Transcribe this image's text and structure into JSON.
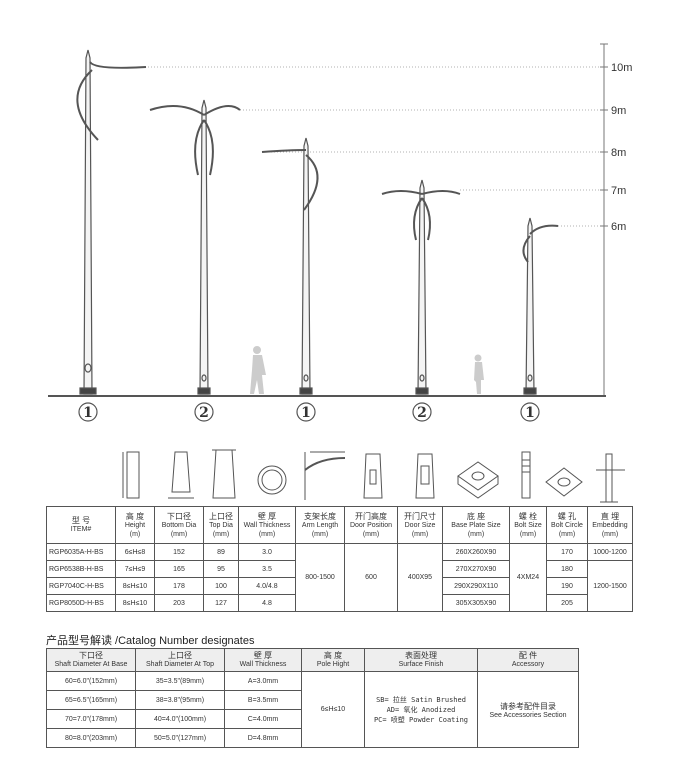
{
  "scale": {
    "labels": [
      "10m",
      "9m",
      "8m",
      "7m",
      "6m"
    ]
  },
  "pole_numbers": [
    "1",
    "2",
    "1",
    "2",
    "1"
  ],
  "spec_table": {
    "headers": [
      {
        "cn": "型 号",
        "en": "ITEM#"
      },
      {
        "cn": "高 度",
        "en": "Height",
        "unit": "(m)"
      },
      {
        "cn": "下口径",
        "en": "Bottom Dia",
        "unit": "(mm)"
      },
      {
        "cn": "上口径",
        "en": "Top Dia",
        "unit": "(mm)"
      },
      {
        "cn": "壁 厚",
        "en": "Wall Thickness",
        "unit": "(mm)"
      },
      {
        "cn": "支架长度",
        "en": "Arm Length",
        "unit": "(mm)"
      },
      {
        "cn": "开门高度",
        "en": "Door Position",
        "unit": "(mm)"
      },
      {
        "cn": "开门尺寸",
        "en": "Door Size",
        "unit": "(mm)"
      },
      {
        "cn": "底 座",
        "en": "Base Plate Size",
        "unit": "(mm)"
      },
      {
        "cn": "螺 栓",
        "en": "Bolt Size",
        "unit": "(mm)"
      },
      {
        "cn": "螺 孔",
        "en": "Bolt Circle",
        "unit": "(mm)"
      },
      {
        "cn": "直 埋",
        "en": "Embedding",
        "unit": "(mm)"
      }
    ],
    "rows": [
      {
        "item": "RGP6035A-H-BS",
        "height": "6≤H≤8",
        "bottom": "152",
        "top": "89",
        "wall": "3.0",
        "base": "260X260X90",
        "circle": "170"
      },
      {
        "item": "RGP6538B-H-BS",
        "height": "7≤H≤9",
        "bottom": "165",
        "top": "95",
        "wall": "3.5",
        "base": "270X270X90",
        "circle": "180"
      },
      {
        "item": "RGP7040C-H-BS",
        "height": "8≤H≤10",
        "bottom": "178",
        "top": "100",
        "wall": "4.0/4.8",
        "base": "290X290X110",
        "circle": "190"
      },
      {
        "item": "RGP8050D-H-BS",
        "height": "8≤H≤10",
        "bottom": "203",
        "top": "127",
        "wall": "4.8",
        "base": "305X305X90",
        "circle": "205"
      }
    ],
    "arm_length": "800-1500",
    "door_position": "600",
    "door_size": "400X95",
    "bolt_size": "4XM24",
    "embedding_1": "1000-1200",
    "embedding_2": "1200-1500"
  },
  "catalog": {
    "title": "产品型号解读  /Catalog Number designates",
    "headers": [
      {
        "cn": "下口径",
        "en": "Shaft Diameter At Base"
      },
      {
        "cn": "上口径",
        "en": "Shaft Diameter At Top"
      },
      {
        "cn": "壁 厚",
        "en": "Wall Thickness"
      },
      {
        "cn": "高 度",
        "en": "Pole Hight"
      },
      {
        "cn": "表面处理",
        "en": "Surface Finish"
      },
      {
        "cn": "配 件",
        "en": "Accessory"
      }
    ],
    "rows": [
      {
        "base": "60=6.0\"(152mm)",
        "top": "35=3.5\"(89mm)",
        "wall": "A=3.0mm"
      },
      {
        "base": "65=6.5\"(165mm)",
        "top": "38=3.8\"(95mm)",
        "wall": "B=3.5mm"
      },
      {
        "base": "70=7.0\"(178mm)",
        "top": "40=4.0\"(100mm)",
        "wall": "C=4.0mm"
      },
      {
        "base": "80=8.0\"(203mm)",
        "top": "50=5.0\"(127mm)",
        "wall": "D=4.8mm"
      }
    ],
    "height": "6≤H≤10",
    "finish": [
      "SB= 拉丝 Satin Brushed",
      "AD= 氧化 Anodized",
      "PC= 喷塑 Powder Coating"
    ],
    "accessory_cn": "请参考配件目录",
    "accessory_en": "See Accessories Section"
  }
}
